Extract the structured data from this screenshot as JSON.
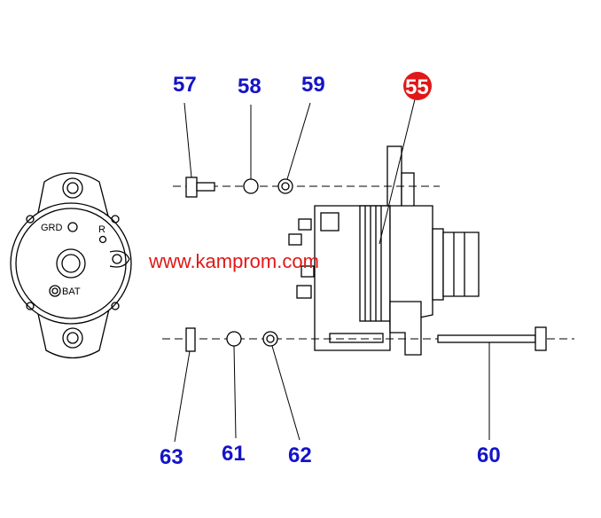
{
  "callouts": {
    "c57": "57",
    "c58": "58",
    "c59": "59",
    "c55": "55",
    "c63": "63",
    "c61": "61",
    "c62": "62",
    "c60": "60"
  },
  "end_view_labels": {
    "grd": "GRD",
    "r": "R",
    "bat": "BAT"
  },
  "watermark": "www.kamprom.com",
  "colors": {
    "callout": "#1414c8",
    "highlight": "#e01818",
    "line": "#000000"
  }
}
